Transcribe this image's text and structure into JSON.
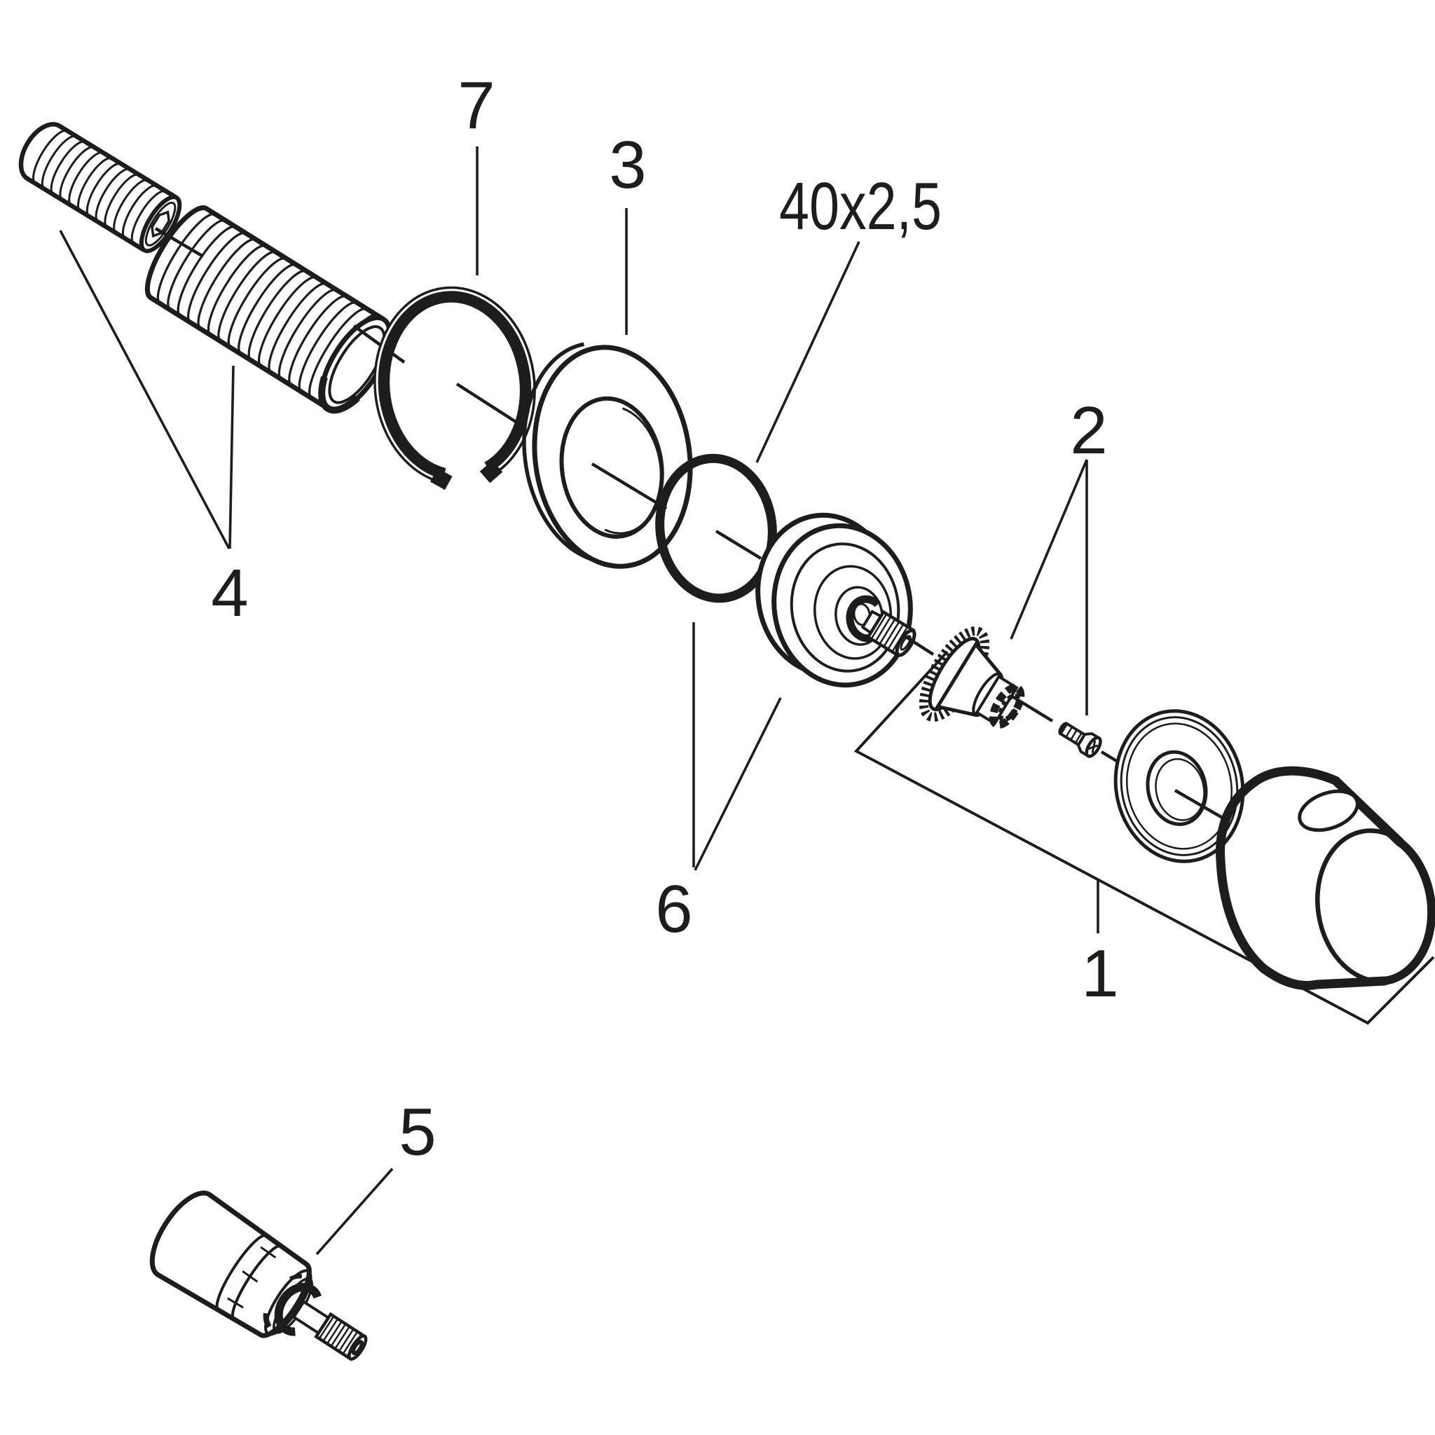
{
  "diagram": {
    "type": "exploded-parts-diagram",
    "background_color": "#ffffff",
    "line_color": "#1d1d1b",
    "callouts": [
      {
        "id": "callout-4",
        "label": "4"
      },
      {
        "id": "callout-7",
        "label": "7"
      },
      {
        "id": "callout-3",
        "label": "3"
      },
      {
        "id": "callout-oring-size",
        "label": "40x2,5"
      },
      {
        "id": "callout-2",
        "label": "2"
      },
      {
        "id": "callout-6",
        "label": "6"
      },
      {
        "id": "callout-1",
        "label": "1"
      },
      {
        "id": "callout-5",
        "label": "5"
      }
    ]
  }
}
